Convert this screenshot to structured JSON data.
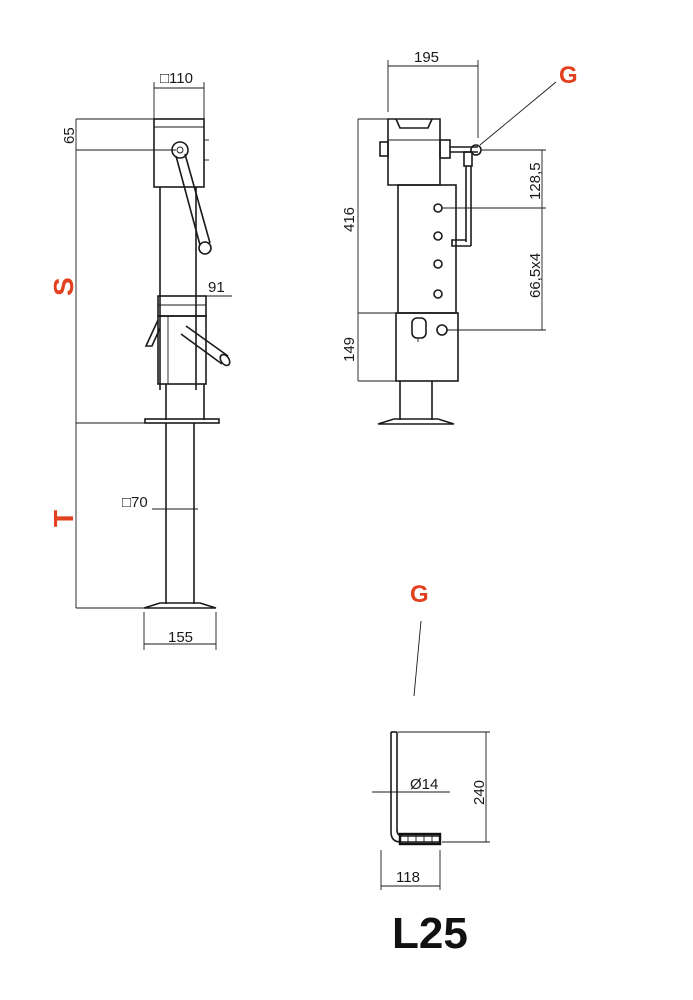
{
  "drawing": {
    "title": "L25",
    "labels": {
      "S": "S",
      "T": "T",
      "G_top": "G",
      "G_bottom": "G"
    },
    "dims": {
      "d110": "□110",
      "d65": "65",
      "d91": "91",
      "d70": "□70",
      "d155": "155",
      "d195": "195",
      "d416": "416",
      "d149": "149",
      "d128_5": "128,5",
      "d66_5x4": "66,5x4",
      "d14": "Ø14",
      "d240": "240",
      "d118": "118"
    },
    "colors": {
      "accent": "#e2401e",
      "line": "#1a1a1a"
    }
  }
}
